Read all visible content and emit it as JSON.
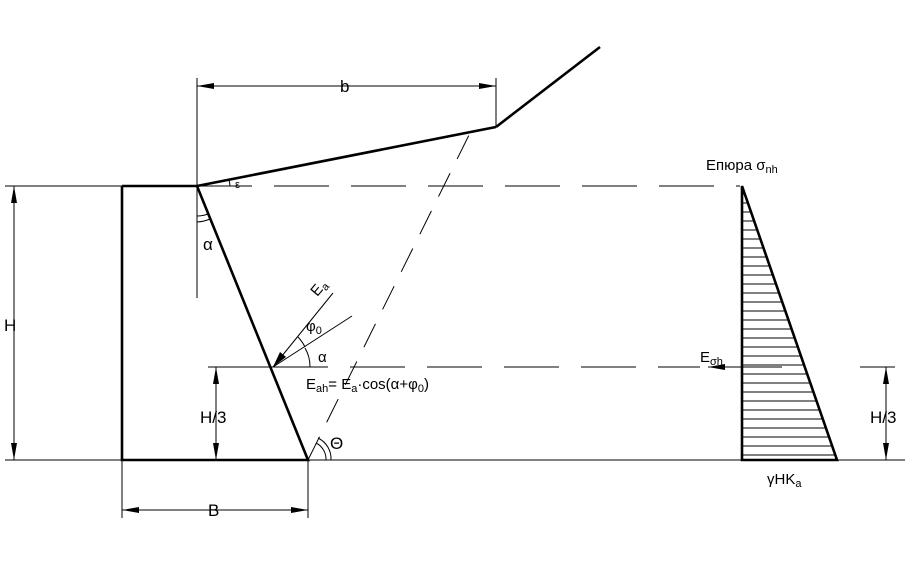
{
  "labels": {
    "b": "b",
    "epsilon": "ε",
    "alpha_top": "α",
    "H": "H",
    "E_main": "E",
    "E_sub": "a",
    "phi_main": "φ",
    "phi_sub": "0",
    "alpha_mid": "α",
    "eah_main": "E",
    "eah_sub": "ah",
    "eah_eq": "= E",
    "eah_sub2": "a",
    "eah_expr": "·cos(α+φ",
    "eah_sub3": "0",
    "eah_close": ")",
    "H3_left": "H/3",
    "theta": "Θ",
    "B": "B",
    "epura_title": "Епюра σ",
    "epura_sub": "nh",
    "esh_main": "E",
    "esh_sub": "σh",
    "H3_right": "H/3",
    "gamma": "γHK",
    "gamma_sub": "a"
  }
}
